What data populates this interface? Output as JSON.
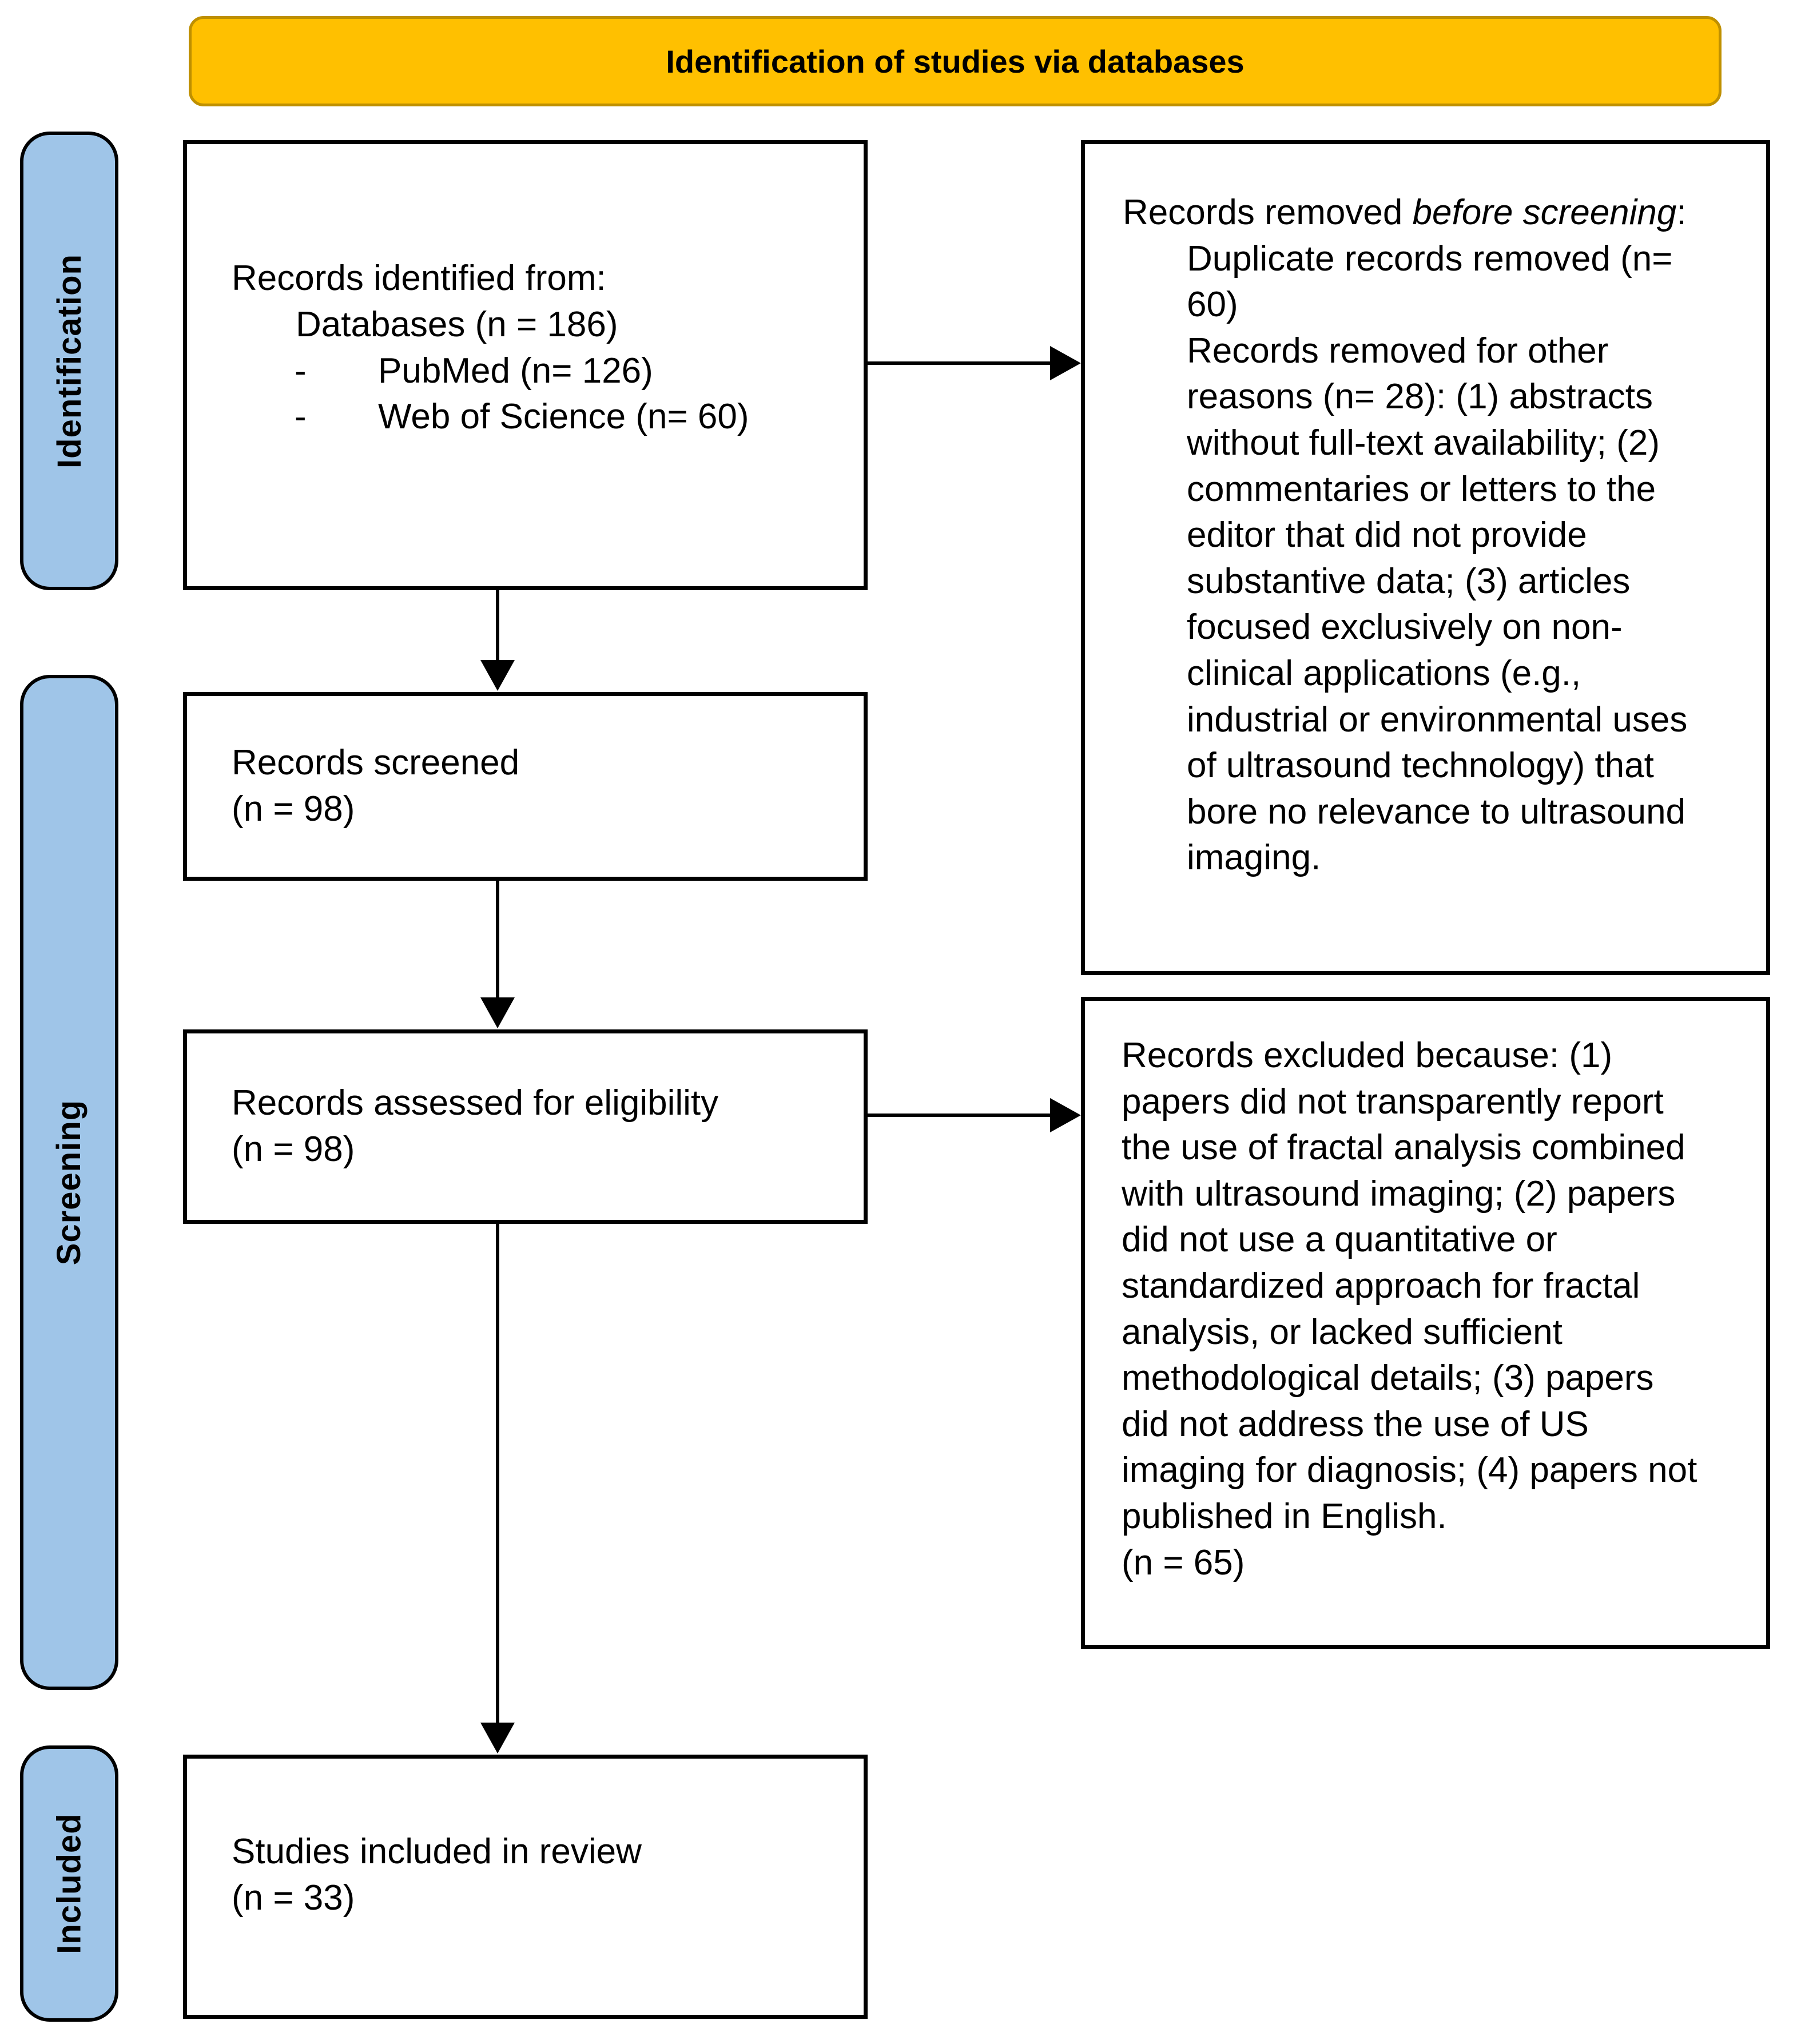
{
  "banner": {
    "title": "Identification of studies via databases"
  },
  "stages": {
    "identification": "Identification",
    "screening": "Screening",
    "included": "Included"
  },
  "box_identified": {
    "line1": "Records identified from:",
    "line2": "Databases (n = 186)",
    "bullets": [
      {
        "dash": "-",
        "text": "PubMed (n= 126)"
      },
      {
        "dash": "-",
        "text": "Web of Science (n= 60)"
      }
    ]
  },
  "box_removed": {
    "title_prefix": "Records removed ",
    "title_italic": "before screening",
    "title_suffix": ":",
    "item1": "Duplicate records removed (n= 60)",
    "item2": "Records removed for other reasons (n= 28): (1) abstracts without full-text availability; (2) commentaries or letters to the editor that did not provide substantive data; (3) articles focused exclusively on non-clinical applications (e.g., industrial or environmental uses of ultrasound technology) that bore no relevance to ultrasound imaging."
  },
  "box_screened": {
    "text": "Records screened",
    "count": "(n = 98)"
  },
  "box_assessed": {
    "text": "Records assessed for eligibility",
    "count": "(n = 98)"
  },
  "box_excluded": {
    "text": "Records excluded because: (1) papers did not transparently report the use of fractal analysis combined with ultrasound imaging; (2) papers did not use a quantitative or standardized approach for fractal analysis, or lacked sufficient methodological details; (3) papers did not address the use of US imaging for diagnosis; (4) papers not published in English.",
    "count": "(n = 65)"
  },
  "box_included": {
    "text": "Studies included in review",
    "count": "(n = 33)"
  },
  "colors": {
    "banner_fill": "#FFC000",
    "banner_border": "#BF9000",
    "stage_fill": "#9FC5E8",
    "box_border": "#000000"
  }
}
